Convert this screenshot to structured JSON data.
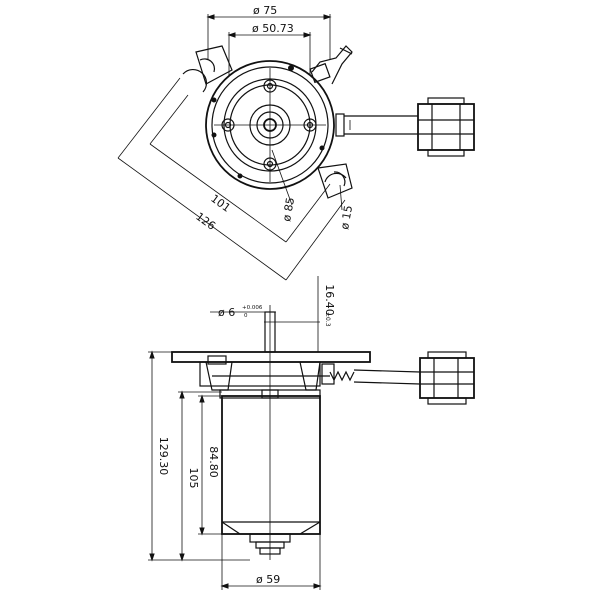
{
  "dimensions": {
    "top_view": {
      "outer_dia": "ø 75",
      "inner_dia": "ø 50.73",
      "pcd_101": "101",
      "pcd_126": "126",
      "dia_85": "ø 85",
      "hole_15": "ø 15"
    },
    "side_view": {
      "shaft_dia": "ø 6",
      "shaft_tol_top": "+0.006",
      "shaft_tol_bottom": "0",
      "shaft_len": "16.40",
      "shaft_tol_right": "±0.3",
      "total_height": "129.30",
      "body_105": "105",
      "body_84": "84.80",
      "body_dia": "ø 59"
    }
  },
  "colors": {
    "ink": "#111111",
    "background": "#ffffff"
  }
}
